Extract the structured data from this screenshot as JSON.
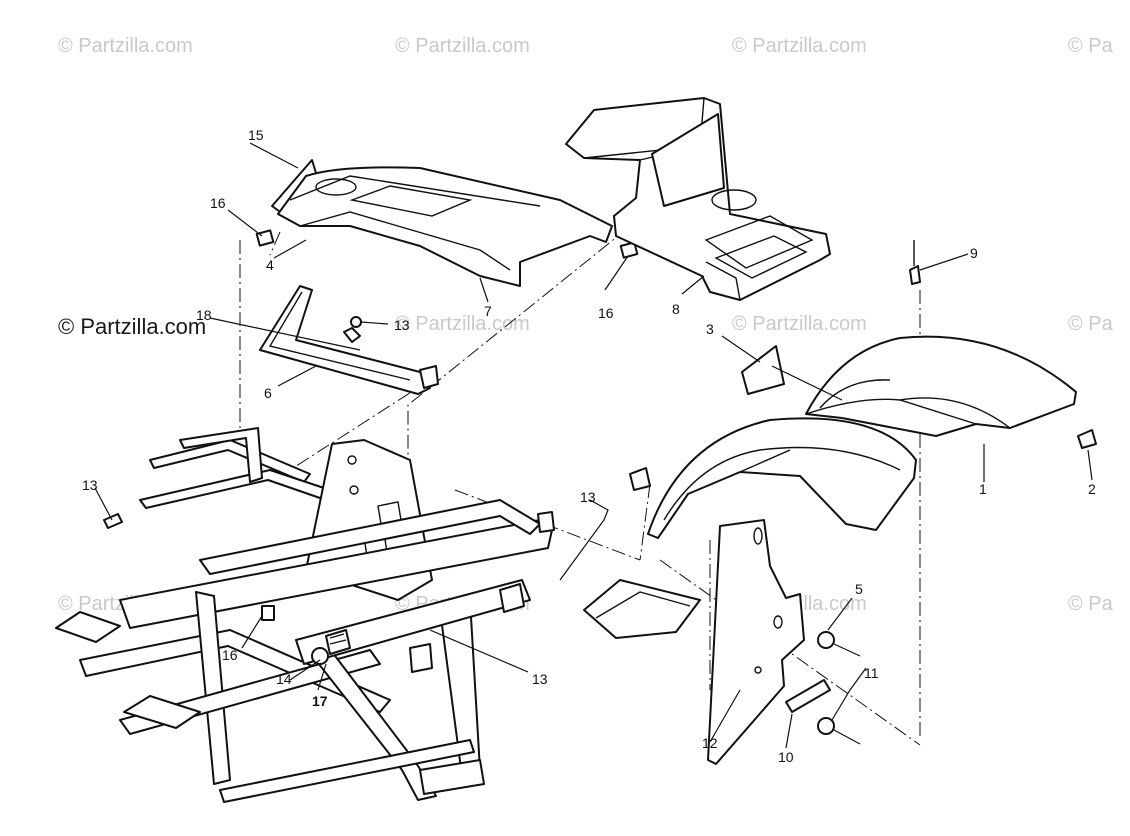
{
  "watermarks": {
    "brand": "© Partzilla.com",
    "edge": "© Pa",
    "overlay": "© Partzilla.com"
  },
  "callouts": {
    "c1": "1",
    "c2": "2",
    "c3_right": "3",
    "c4": "4",
    "c5": "5",
    "c6": "6",
    "c7": "7",
    "c8": "8",
    "c9": "9",
    "c10": "10",
    "c11": "11",
    "c12": "12",
    "c13_left": "13",
    "c13_mid": "13",
    "c13_bottom": "13",
    "c13_right": "13",
    "c14": "14",
    "c15": "15",
    "c16_top": "16",
    "c16_mid": "16",
    "c16_low": "16",
    "c17": "17",
    "c18": "18"
  }
}
